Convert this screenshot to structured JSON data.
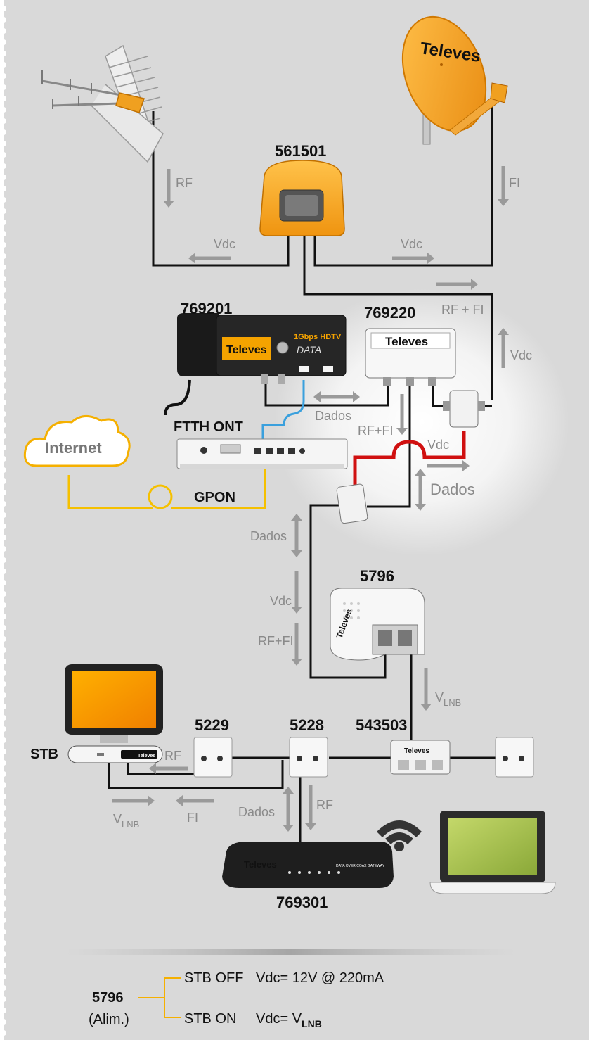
{
  "devices": {
    "dish_brand": "Televes",
    "lnb_power_code": "561501",
    "gateway_pon_code": "769201",
    "gateway_pon_badge": "1Gbps HDTV",
    "gateway_pon_brand": "Televes",
    "gateway_pon_logo": "DATA",
    "diplexer_code": "769220",
    "diplexer_brand": "Televes",
    "ont_label": "FTTH ONT",
    "internet_label": "Internet",
    "gpon_label": "GPON",
    "psu_code": "5796",
    "psu_brand": "Televes",
    "stb_label": "STB",
    "stb_brand": "Televes",
    "outlet_a_code": "5229",
    "outlet_b_code": "5228",
    "splitter_code": "543503",
    "splitter_brand": "Televes",
    "coax_gateway_code": "769301",
    "coax_gateway_brand": "Televes",
    "coax_gateway_caption": "DATA OVER COAX GATEWAY"
  },
  "signals": {
    "rf": "RF",
    "fi": "FI",
    "vdc": "Vdc",
    "rf_fi_spaced": "RF + FI",
    "rf_fi": "RF+FI",
    "dados": "Dados",
    "v_base": "V",
    "lnb_sub": "LNB"
  },
  "legend": {
    "code": "5796",
    "code_note": "(Alim.)",
    "row1_state": "STB OFF",
    "row1_value": "Vdc= 12V @ 220mA",
    "row2_state": "STB ON",
    "row2_prefix": "Vdc= V",
    "row2_sub": "LNB"
  },
  "colors": {
    "background": "#d9d9d9",
    "cable": "#111111",
    "fiber": "#f5c000",
    "ethernet": "#3aa0dd",
    "dc_power": "#d01010",
    "device_orange": "#f0a020",
    "arrow_gray": "#9a9a9a"
  }
}
